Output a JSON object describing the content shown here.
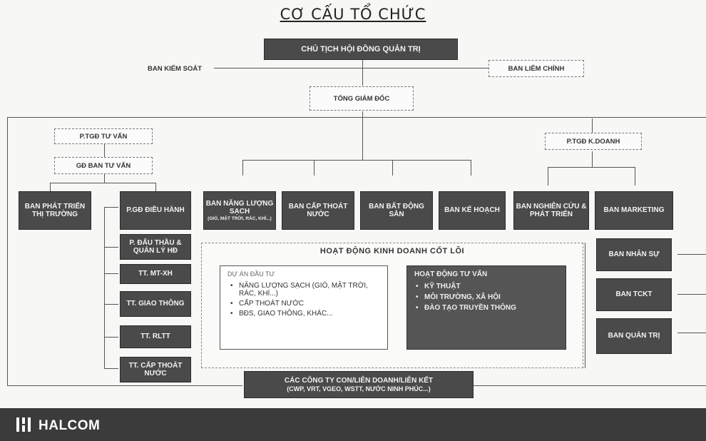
{
  "title": "CƠ CẤU TỔ CHỨC",
  "nodes": {
    "chairman": "CHỦ TỊCH HỘI ĐỒNG QUẢN TRỊ",
    "supervisory": "BAN KIỂM SOÁT",
    "compliance": "BAN LIÊM CHÍNH",
    "ceo": "TỔNG GIÁM ĐỐC",
    "deputy_consulting": "P.TGĐ TƯ VẤN",
    "consulting_director": "GĐ BAN TƯ VẤN",
    "deputy_business": "P.TGĐ K.DOANH",
    "market_dev": "BAN PHÁT TRIỂN THỊ TRƯỜNG",
    "operations_director": "P.GĐ ĐIỀU HÀNH",
    "bidding": "P. ĐẤU THẦU & QUẢN LÝ HĐ",
    "env_center": "TT. MT-XH",
    "traffic_center": "TT. GIAO THÔNG",
    "rltt_center": "TT. RLTT",
    "water_center": "TT. CẤP THOÁT NƯỚC",
    "clean_energy": "BAN NĂNG LƯỢNG SẠCH",
    "clean_energy_sub": "(GIÓ, MẶT TRỜI, RÁC, KHÍ...)",
    "water_board": "BAN CẤP THOÁT NƯỚC",
    "real_estate": "BAN BẤT ĐỘNG SẢN",
    "planning": "BAN KẾ HOẠCH",
    "research": "BAN NGHIÊN CỨU & PHÁT TRIỂN",
    "marketing": "BAN MARKETING",
    "hr": "BAN NHÂN SỰ",
    "finance": "BAN TCKT",
    "admin": "BAN QUẢN TRỊ",
    "subsidiaries": "CÁC CÔNG TY CON/LIÊN DOANH/LIÊN KẾT",
    "subsidiaries_sub": "(CWP, VRT, VGEO, WSTT, NƯỚC NINH PHÚC...)"
  },
  "core": {
    "title": "HOẠT ĐỘNG KINH DOANH CỐT LÕI",
    "investment": {
      "heading": "DỰ ÁN ĐẦU TƯ",
      "items": [
        "NĂNG LƯỢNG SẠCH (GIÓ, MẶT TRỜI, RÁC, KHÍ...)",
        "CẤP THOÁT NƯỚC",
        "BĐS, GIAO THÔNG, KHÁC..."
      ]
    },
    "consulting": {
      "heading": "HOẠT ĐỘNG TƯ VẤN",
      "items": [
        "KỸ THUẬT",
        "MÔI TRƯỜNG, XÃ HỘI",
        "ĐÀO TẠO TRUYỀN THÔNG"
      ]
    }
  },
  "footer": {
    "brand": "HALCOM"
  }
}
